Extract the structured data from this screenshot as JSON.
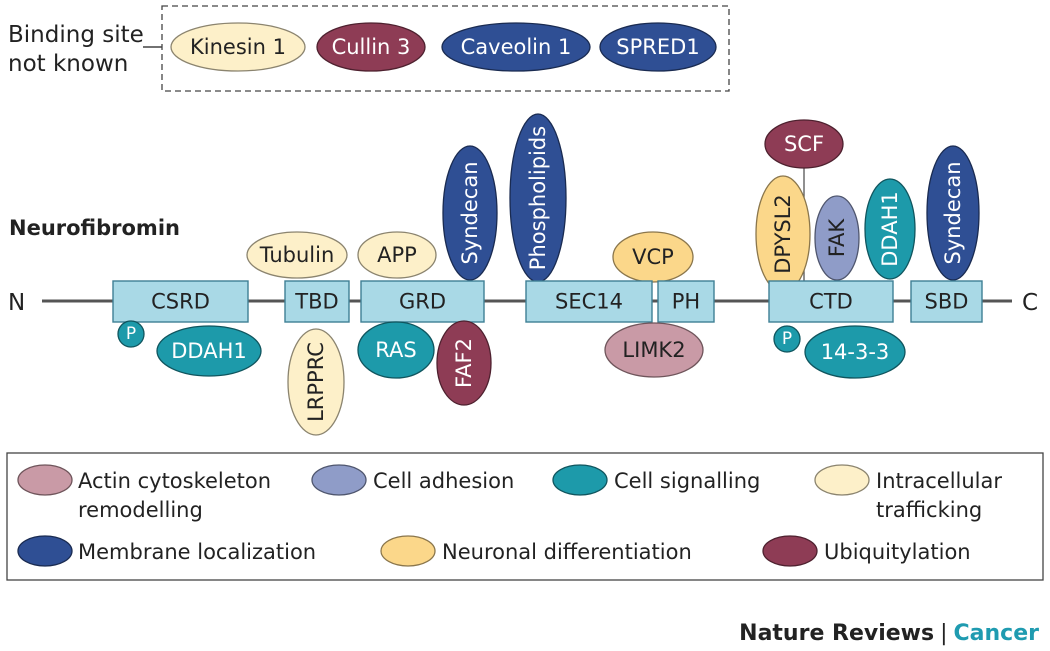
{
  "unknown_section": {
    "label_line1": "Binding site",
    "label_line2": "not known",
    "items": [
      {
        "label": "Kinesin 1",
        "category": "intracellular"
      },
      {
        "label": "Cullin 3",
        "category": "ubiquitylation"
      },
      {
        "label": "Caveolin 1",
        "category": "membrane"
      },
      {
        "label": "SPRED1",
        "category": "membrane"
      }
    ]
  },
  "protein": {
    "name": "Neurofibromin",
    "n_terminus": "N",
    "c_terminus": "C",
    "domains": [
      "CSRD",
      "TBD",
      "GRD",
      "SEC14",
      "PH",
      "CTD",
      "SBD"
    ],
    "phospho_label": "P"
  },
  "partners": [
    {
      "label": "Tubulin",
      "category": "intracellular"
    },
    {
      "label": "APP",
      "category": "intracellular"
    },
    {
      "label": "Syndecan",
      "category": "membrane"
    },
    {
      "label": "Phospholipids",
      "category": "membrane"
    },
    {
      "label": "VCP",
      "category": "neuronal"
    },
    {
      "label": "SCF",
      "category": "ubiquitylation"
    },
    {
      "label": "DPYSL2",
      "category": "neuronal"
    },
    {
      "label": "FAK",
      "category": "adhesion"
    },
    {
      "label": "DDAH1",
      "category": "signalling"
    },
    {
      "label": "Syndecan",
      "category": "membrane"
    },
    {
      "label": "DDAH1",
      "category": "signalling"
    },
    {
      "label": "LRPPRC",
      "category": "intracellular"
    },
    {
      "label": "RAS",
      "category": "signalling"
    },
    {
      "label": "FAF2",
      "category": "ubiquitylation"
    },
    {
      "label": "LIMK2",
      "category": "actin"
    },
    {
      "label": "14-3-3",
      "category": "signalling"
    }
  ],
  "legend": [
    {
      "label_line1": "Actin cytoskeleton",
      "label_line2": "remodelling",
      "category": "actin"
    },
    {
      "label_line1": "Cell adhesion",
      "label_line2": "",
      "category": "adhesion"
    },
    {
      "label_line1": "Cell signalling",
      "label_line2": "",
      "category": "signalling"
    },
    {
      "label_line1": "Intracellular",
      "label_line2": "trafficking",
      "category": "intracellular"
    },
    {
      "label_line1": "Membrane localization",
      "label_line2": "",
      "category": "membrane"
    },
    {
      "label_line1": "Neuronal differentiation",
      "label_line2": "",
      "category": "neuronal"
    },
    {
      "label_line1": "Ubiquitylation",
      "label_line2": "",
      "category": "ubiquitylation"
    }
  ],
  "colors": {
    "actin": "#c99aa6",
    "adhesion": "#8f9cc8",
    "signalling": "#1d9aaa",
    "intracellular": "#fdf0c9",
    "membrane": "#2f4f94",
    "neuronal": "#fbd78a",
    "ubiquitylation": "#8e3c55",
    "domain_fill": "#a9d9e6",
    "domain_stroke": "#3f7f95",
    "backbone": "#555555",
    "cancer_accent": "#1f9bb0"
  },
  "credit": {
    "journal": "Nature Reviews",
    "separator": "|",
    "section": "Cancer"
  }
}
